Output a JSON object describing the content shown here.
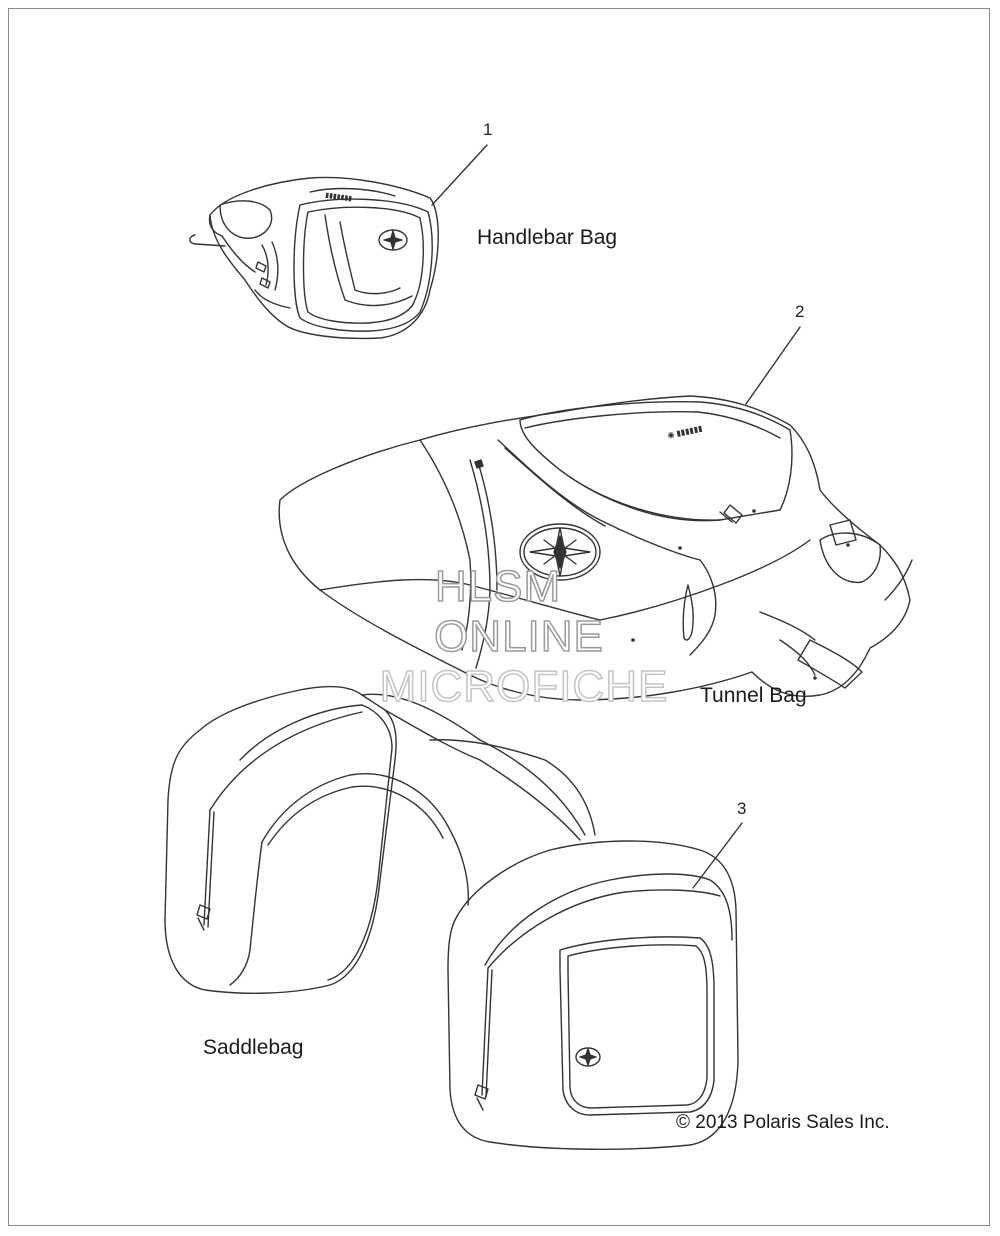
{
  "callouts": {
    "item1": "1",
    "item2": "2",
    "item3": "3"
  },
  "labels": {
    "handlebar_bag": "Handlebar Bag",
    "tunnel_bag": "Tunnel Bag",
    "saddlebag": "Saddlebag"
  },
  "copyright": "© 2013 Polaris Sales Inc.",
  "watermark": {
    "line1": "HLSM",
    "line2": "ONLINE",
    "line3": "MICROFICHE"
  },
  "colors": {
    "line": "#333333",
    "frame": "#8a8a8a",
    "watermark_stroke": "#9a9a9a"
  }
}
